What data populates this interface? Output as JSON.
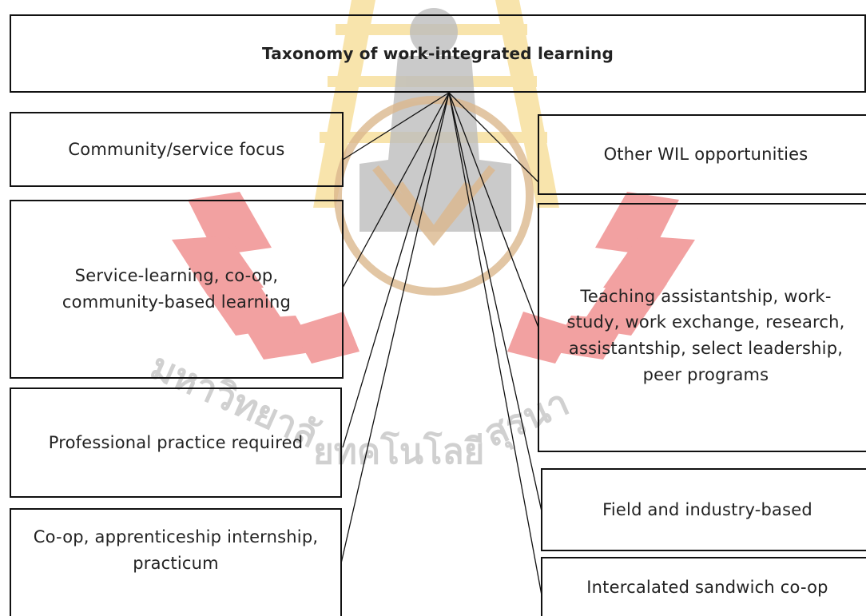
{
  "diagram": {
    "root": "Taxonomy of work-integrated learning",
    "left_column": [
      "Community/service focus",
      "Service-learning, co-op,\ncommunity-based learning",
      "Professional practice required",
      "Co-op, apprenticeship internship,\npracticum"
    ],
    "right_column": [
      "Other WIL opportunities",
      "Teaching assistantship, work-\nstudy, work exchange, research,\nassistantship, select leadership,\npeer programs",
      "Field and industry-based",
      "Intercalated sandwich co-op"
    ]
  },
  "watermark": {
    "thai_line_left": "มหาวิทยาลั",
    "thai_line_mid": "ยทคโนโลยี",
    "thai_line_right": "สุรนา",
    "colors": {
      "flame": "#d42020",
      "gold": "#e8a300",
      "figure": "#9a9a9a",
      "emblem": "#c98a3a",
      "text": "#cccccc"
    }
  }
}
